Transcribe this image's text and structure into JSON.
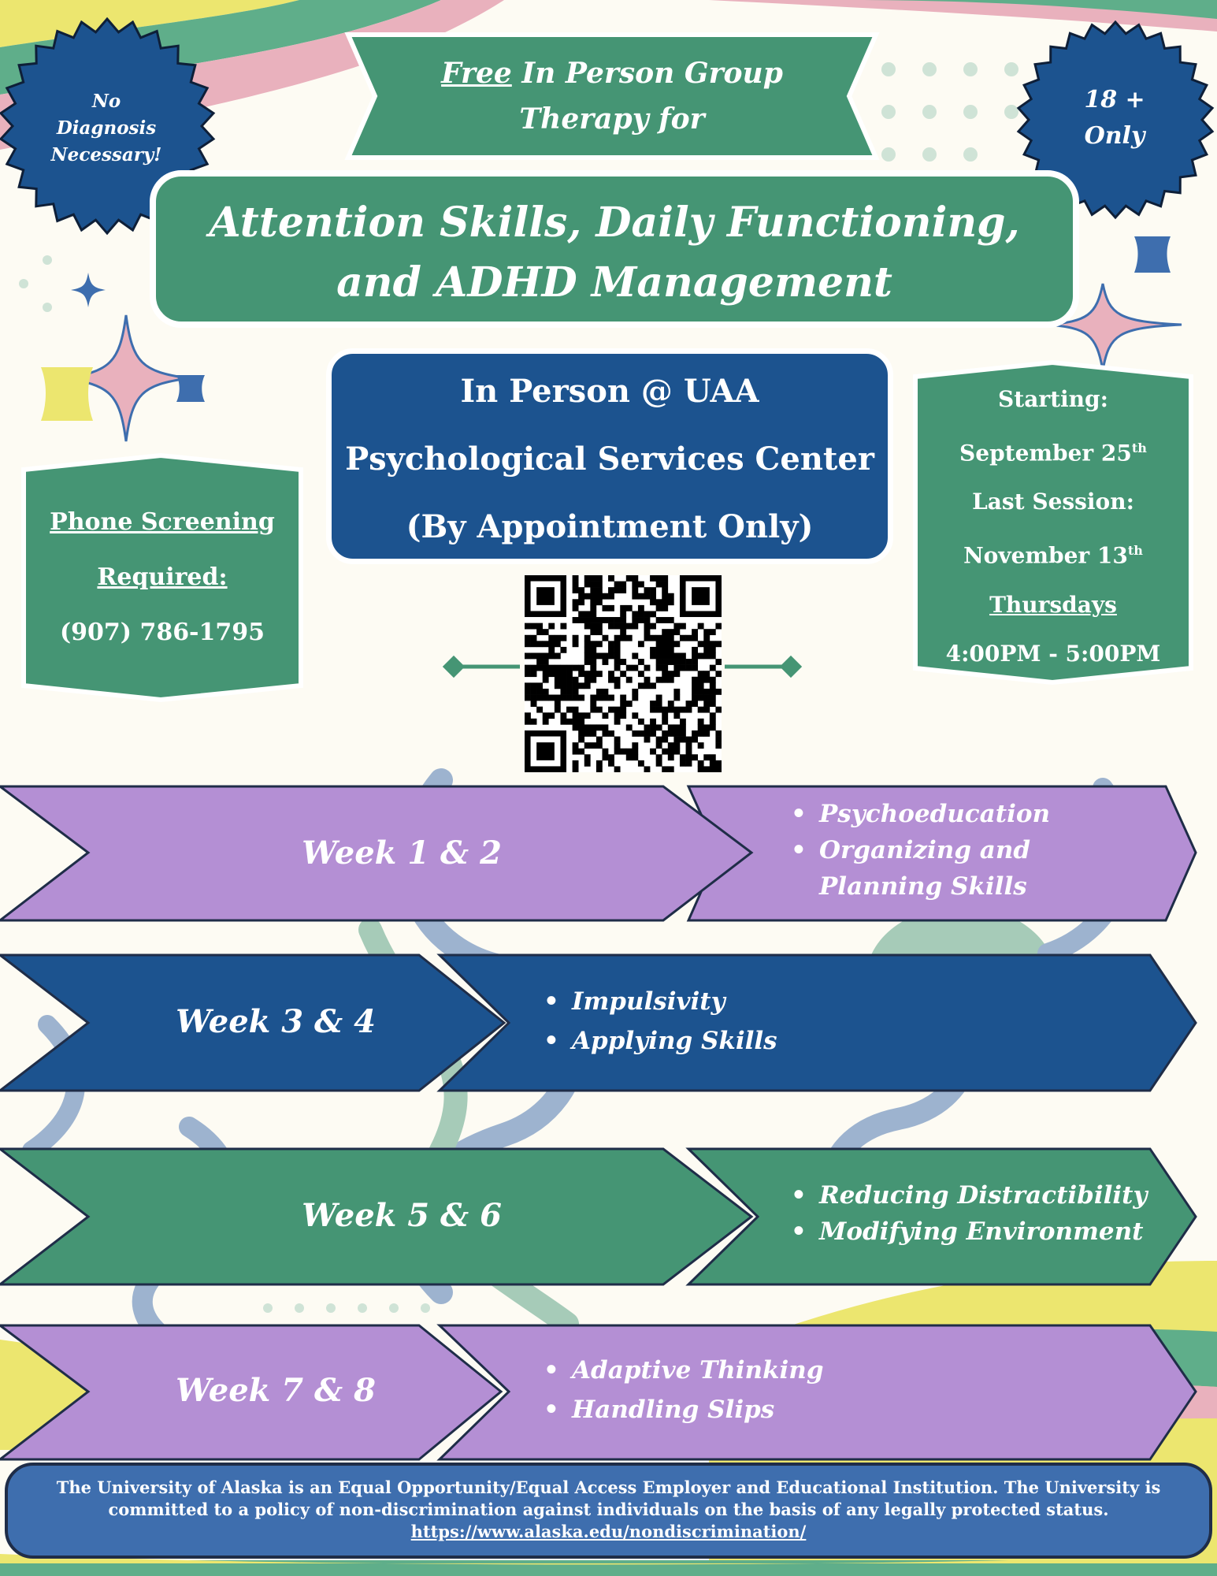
{
  "colors": {
    "green": "#459574",
    "navy": "#1c538f",
    "lavender": "#b48fd4",
    "pink": "#e9b1bd",
    "yellow": "#ece66f",
    "cream": "#fdfbf3",
    "footer_blue": "#3e6eae"
  },
  "badges": {
    "left": "No Diagnosis Necessary!",
    "left_lines": [
      "No",
      "Diagnosis",
      "Necessary!"
    ],
    "right_lines": [
      "18 +",
      "Only"
    ]
  },
  "header": {
    "free": "Free",
    "line1_rest": " In Person Group",
    "line2": "Therapy for"
  },
  "title": {
    "line1": "Attention Skills, Daily Functioning,",
    "line2": "and ADHD Management"
  },
  "location": {
    "line1": "In Person @ UAA",
    "line2": "Psychological Services Center",
    "line3": "(By Appointment Only)"
  },
  "screening": {
    "label1": "Phone Screening",
    "label2": "Required:",
    "phone": "(907) 786-1795"
  },
  "schedule": {
    "starting_label": "Starting:",
    "start_date": "September 25",
    "start_sup": "th",
    "last_label": "Last Session:",
    "end_date": "November 13",
    "end_sup": "th",
    "day": "Thursdays",
    "time": "4:00PM - 5:00PM"
  },
  "qr": {
    "icon": "qr-code-icon"
  },
  "weeks": [
    {
      "label": "Week 1 & 2",
      "topics": [
        "Psychoeducation",
        "Organizing and",
        "Planning Skills"
      ]
    },
    {
      "label": "Week 3 & 4",
      "topics": [
        "Impulsivity",
        "Applying Skills"
      ]
    },
    {
      "label": "Week 5 & 6",
      "topics": [
        "Reducing Distractibility",
        "Modifying Environment"
      ]
    },
    {
      "label": "Week 7 & 8",
      "topics": [
        "Adaptive Thinking",
        "Handling Slips"
      ]
    }
  ],
  "footer": {
    "statement": "The University of Alaska is an Equal Opportunity/Equal Access Employer and Educational Institution. The University is committed to a policy of non-discrimination against individuals on the basis of any legally protected status.",
    "link": "https://www.alaska.edu/nondiscrimination/"
  }
}
